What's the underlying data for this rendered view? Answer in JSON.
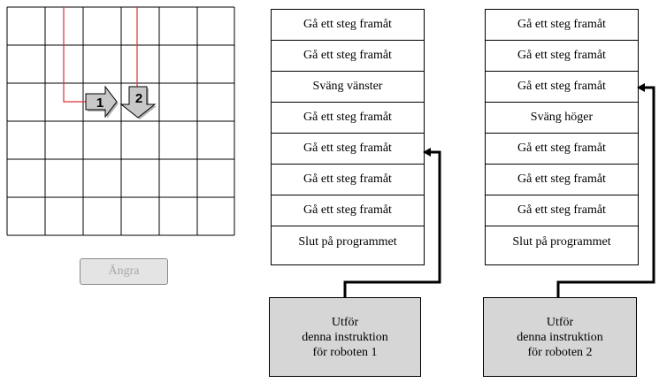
{
  "robots": [
    {
      "number_label": "1",
      "direction": "right",
      "color": "#c8c8c8"
    },
    {
      "number_label": "2",
      "direction": "down",
      "color": "#c8c8c8"
    }
  ],
  "grid": {
    "columns": 6,
    "rows": 6,
    "path_color": "#e03030"
  },
  "undo_button": {
    "label": "Ångra"
  },
  "program1": {
    "items": [
      {
        "label": "Gå ett steg framåt"
      },
      {
        "label": "Gå ett steg framåt"
      },
      {
        "label": "Sväng vänster"
      },
      {
        "label": "Gå ett steg framåt"
      },
      {
        "label": "Gå ett steg framåt"
      },
      {
        "label": "Gå ett steg framåt"
      },
      {
        "label": "Gå ett steg framåt"
      },
      {
        "label": "Slut på programmet"
      }
    ]
  },
  "program2": {
    "items": [
      {
        "label": "Gå ett steg framåt"
      },
      {
        "label": "Gå ett steg framåt"
      },
      {
        "label": "Gå ett steg framåt"
      },
      {
        "label": "Sväng höger"
      },
      {
        "label": "Gå ett steg framåt"
      },
      {
        "label": "Gå ett steg framåt"
      },
      {
        "label": "Gå ett steg framåt"
      },
      {
        "label": "Slut på programmet"
      }
    ]
  },
  "execute_buttons": [
    {
      "line1": "Utför",
      "line2": "denna instruktion",
      "line3": "för roboten 1"
    },
    {
      "line1": "Utför",
      "line2": "denna instruktion",
      "line3": "för roboten 2"
    }
  ],
  "wire_color": "#000000"
}
